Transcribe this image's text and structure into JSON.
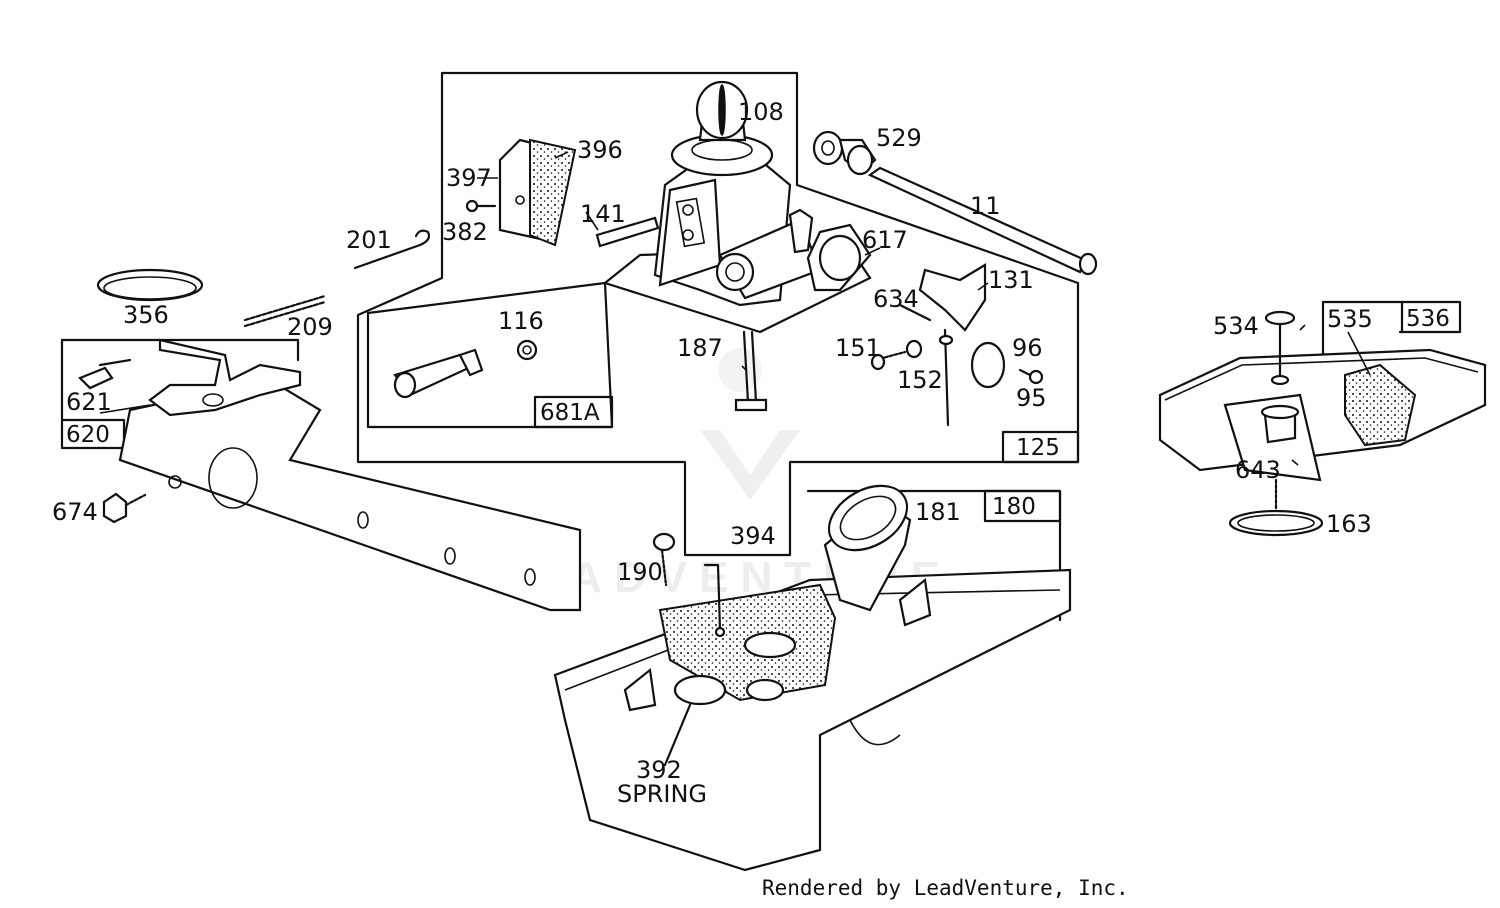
{
  "labels": {
    "p108": "108",
    "p396": "396",
    "p397": "397",
    "p382": "382",
    "p201": "201",
    "p141": "141",
    "p529": "529",
    "p11": "11",
    "p617": "617",
    "p131": "131",
    "p634": "634",
    "p356": "356",
    "p209": "209",
    "p116": "116",
    "p187": "187",
    "p151": "151",
    "p152": "152",
    "p96": "96",
    "p95": "95",
    "p621": "621",
    "p620": "620",
    "p674": "674",
    "p394": "394",
    "p181": "181",
    "p190": "190",
    "p392": "392",
    "spring": "SPRING",
    "p534": "534",
    "p535": "535",
    "p643": "643",
    "p163": "163"
  },
  "boxes": {
    "b681A": "681A",
    "b125": "125",
    "b180": "180",
    "b536": "536"
  },
  "watermark": "LEADVENTURE",
  "credit": "Rendered by LeadVenture, Inc."
}
